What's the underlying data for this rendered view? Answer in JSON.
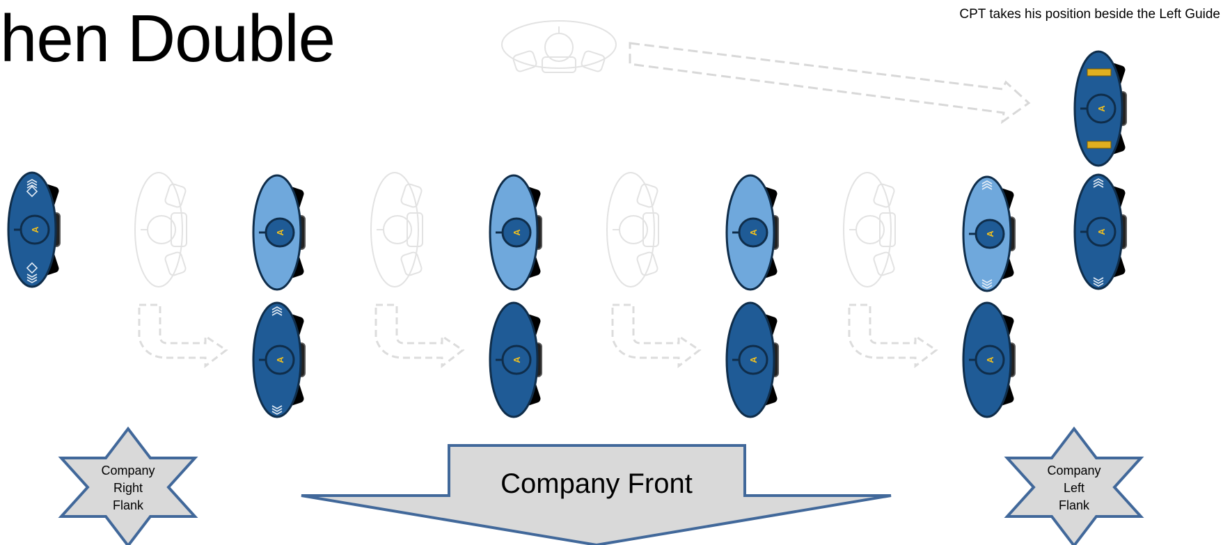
{
  "slide": {
    "title": "hen Double",
    "caption": "CPT takes his position beside the Left Guide"
  },
  "labels": {
    "company_front": "Company Front",
    "right_flank": [
      "Company",
      "Right",
      "Flank"
    ],
    "left_flank": [
      "Company",
      "Left",
      "Flank"
    ]
  },
  "colors": {
    "dark_blue": "#1f5b96",
    "light_blue": "#6fa8dc",
    "outline": "#0f2d4a",
    "star_fill": "#d9d9d9",
    "star_stroke": "#41689a",
    "ghost": "#e4e4e4",
    "rank_gold": "#f0c020"
  },
  "figure_glyph": "A"
}
